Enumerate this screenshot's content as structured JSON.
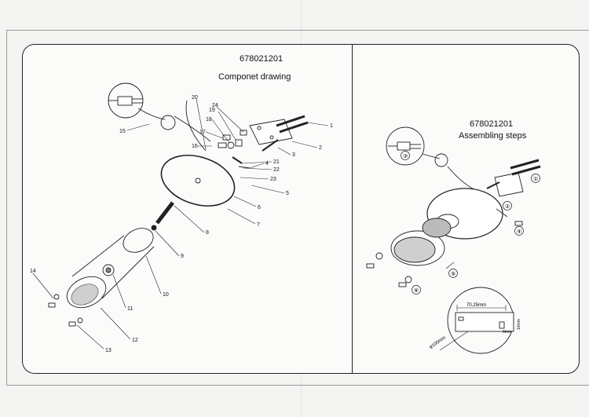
{
  "left_panel": {
    "code": "678021201",
    "title": "Componet drawing",
    "part_numbers": [
      "1",
      "2",
      "3",
      "4",
      "5",
      "6",
      "7",
      "8",
      "9",
      "10",
      "11",
      "12",
      "13",
      "14",
      "15",
      "16",
      "17",
      "18",
      "19",
      "20",
      "21",
      "22",
      "23",
      "24"
    ]
  },
  "right_panel": {
    "code": "678021201",
    "title": "Assembling steps",
    "steps": [
      "①",
      "②",
      "③",
      "④",
      "⑤",
      "⑥"
    ],
    "dimension_width": "70.25mm",
    "dimension_diameter": "φ100mm",
    "dimension_small": "10mm",
    "dimension_small2": "8mm"
  }
}
